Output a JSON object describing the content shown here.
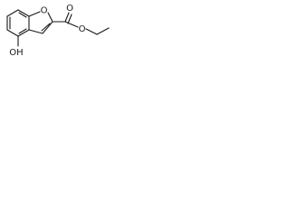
{
  "molecule": {
    "atom_labels": {
      "ring_oxygen": "O",
      "carbonyl_oxygen": "O",
      "ester_oxygen": "O",
      "hydroxyl": "OH"
    }
  }
}
